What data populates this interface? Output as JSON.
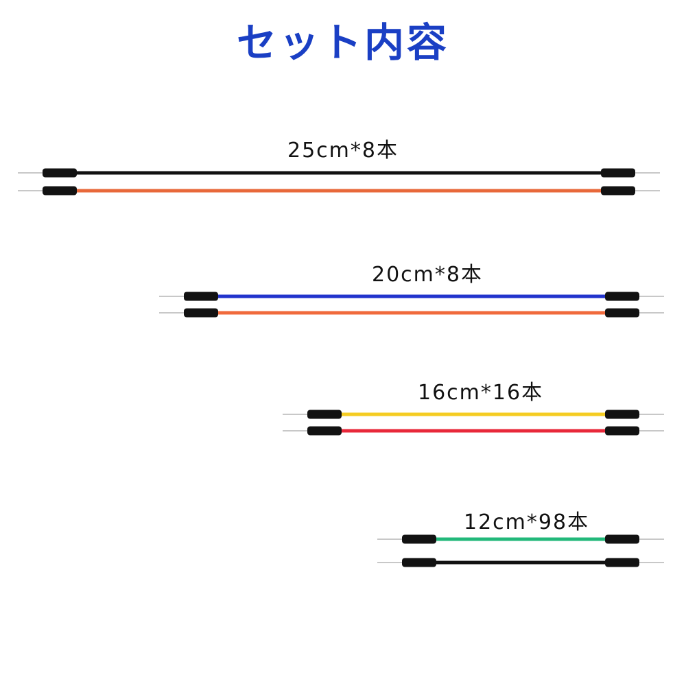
{
  "title": "セット内容",
  "colors": {
    "title": "#1a3fc4",
    "housing": "#121212",
    "pin": "#c8c8c8"
  },
  "groups": [
    {
      "label": "25cm*8本",
      "wires": [
        {
          "color": "#111111"
        },
        {
          "color": "#e8683a"
        }
      ]
    },
    {
      "label": "20cm*8本",
      "wires": [
        {
          "color": "#2233cc"
        },
        {
          "color": "#f06a3c"
        }
      ]
    },
    {
      "label": "16cm*16本",
      "wires": [
        {
          "color": "#f5cc22"
        },
        {
          "color": "#e8283a"
        }
      ]
    },
    {
      "label": "12cm*98本",
      "wires": [
        {
          "color": "#22b87a"
        },
        {
          "color": "#111111"
        }
      ]
    }
  ]
}
